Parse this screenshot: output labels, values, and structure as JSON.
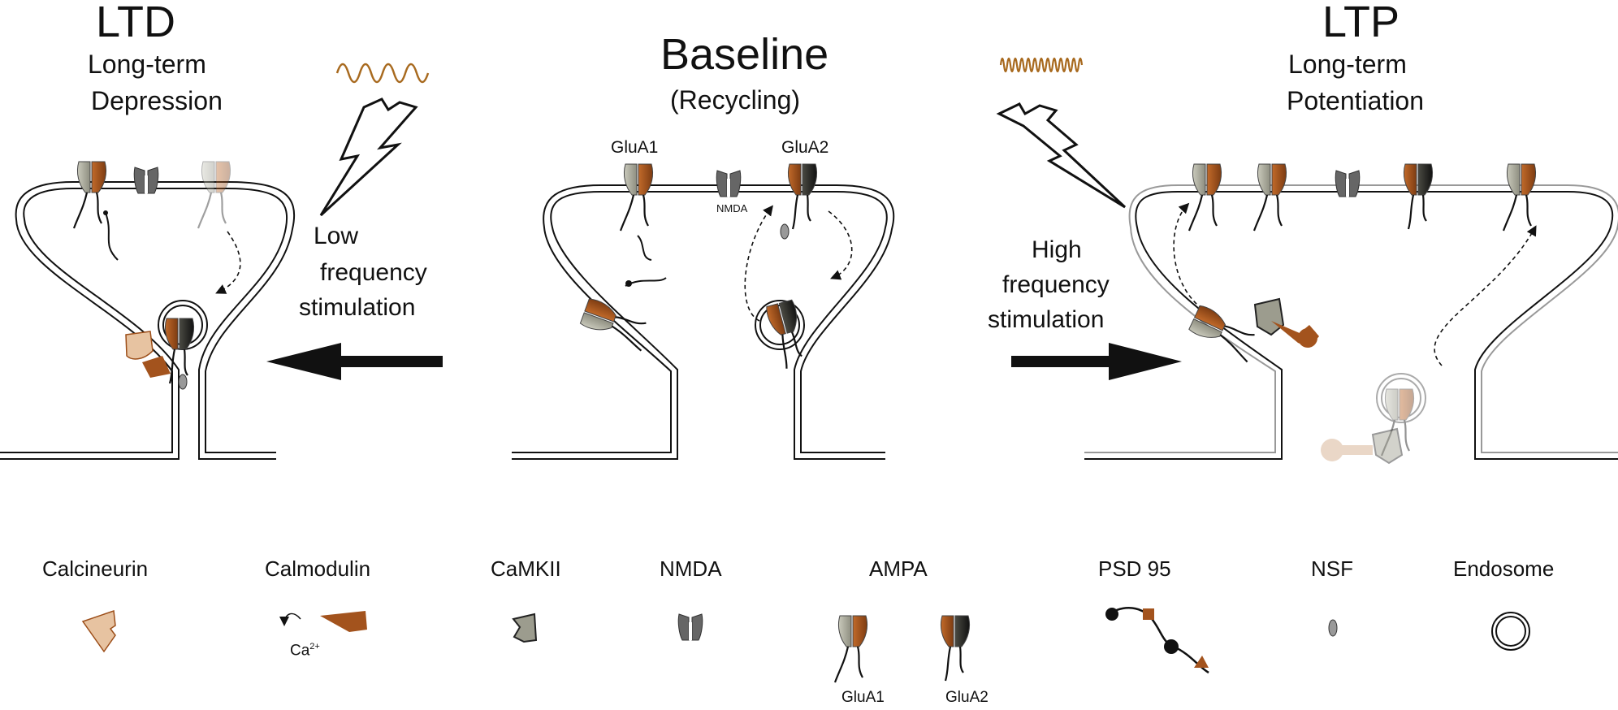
{
  "panels": {
    "ltd": {
      "title": "LTD",
      "subtitle_line1": "Long-term",
      "subtitle_line2": "Depression",
      "stim_line1": "Low",
      "stim_line2": "frequency",
      "stim_line3": "stimulation"
    },
    "baseline": {
      "title": "Baseline",
      "subtitle": "(Recycling)",
      "label_glua1": "GluA1",
      "label_glua2": "GluA2",
      "label_nmda": "NMDA"
    },
    "ltp": {
      "title": "LTP",
      "subtitle_line1": "Long-term",
      "subtitle_line2": "Potentiation",
      "stim_line1": "High",
      "stim_line2": "frequency",
      "stim_line3": "stimulation"
    }
  },
  "legend": {
    "calcineurin": "Calcineurin",
    "calmodulin": "Calmodulin",
    "calcium_base": "Ca",
    "calcium_charge": "2+",
    "camkii": "CaMKII",
    "nmda": "NMDA",
    "ampa": "AMPA",
    "ampa_glua1": "GluA1",
    "ampa_glua2": "GluA2",
    "psd95": "PSD 95",
    "nsf": "NSF",
    "endosome": "Endosome"
  },
  "colors": {
    "brown": "#a3531d",
    "light_brown": "#e7c3a1",
    "gray": "#a8a89c",
    "dark_gray": "#6e6e6e",
    "black": "#111111",
    "wave": "#a86a1f"
  }
}
